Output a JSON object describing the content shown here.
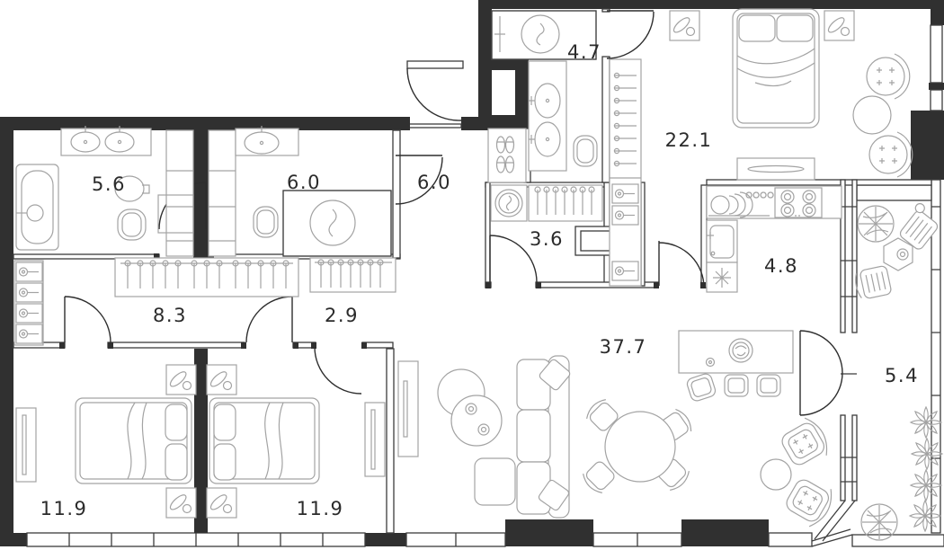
{
  "colors": {
    "wall": "#303030",
    "line": "#a3a3a3",
    "label": "#2b2b2b",
    "bg": "#ffffff"
  },
  "rooms": [
    {
      "name": "bathroom-master",
      "label": "5.6"
    },
    {
      "name": "bathroom-second",
      "label": "6.0"
    },
    {
      "name": "entry-hall",
      "label": "6.0"
    },
    {
      "name": "bathroom-ensuite",
      "label": "4.7"
    },
    {
      "name": "bedroom-master",
      "label": "22.1"
    },
    {
      "name": "laundry-room",
      "label": "3.6"
    },
    {
      "name": "kitchen",
      "label": "4.8"
    },
    {
      "name": "corridor",
      "label": "8.3"
    },
    {
      "name": "hall-passage",
      "label": "2.9"
    },
    {
      "name": "living-dining",
      "label": "37.7"
    },
    {
      "name": "bedroom-left",
      "label": "11.9"
    },
    {
      "name": "bedroom-right",
      "label": "11.9"
    },
    {
      "name": "balcony",
      "label": "5.4"
    }
  ]
}
